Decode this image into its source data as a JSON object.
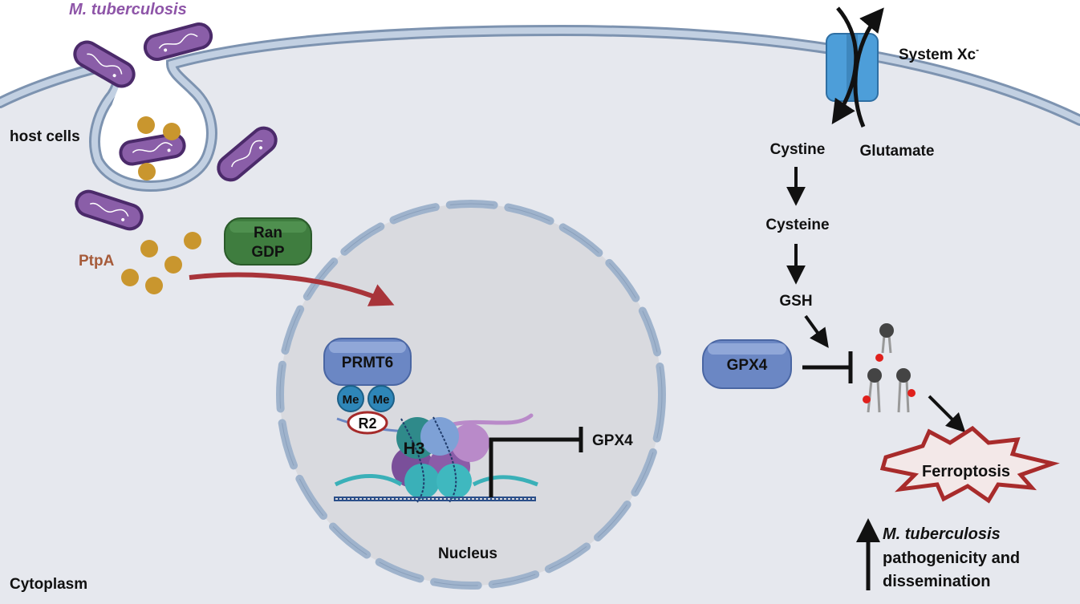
{
  "labels": {
    "m_tuberculosis_top": "M. tuberculosis",
    "host_cells": "host cells",
    "ptpa": "PtpA",
    "ran": "Ran",
    "gdp": "GDP",
    "prmt6": "PRMT6",
    "me": "Me",
    "r2": "R2",
    "h3": "H3",
    "gpx4_nucleus": "GPX4",
    "nucleus": "Nucleus",
    "cytoplasm": "Cytoplasm",
    "system_xc": "System Xc",
    "system_xc_sup": "-",
    "cystine": "Cystine",
    "glutamate": "Glutamate",
    "cysteine": "Cysteine",
    "gsh": "GSH",
    "gpx4_cyto": "GPX4",
    "ferroptosis": "Ferroptosis",
    "m_tuberculosis_bottom": "M. tuberculosis",
    "pathogenicity_line1": "pathogenicity and",
    "pathogenicity_line2": "dissemination"
  },
  "colors": {
    "cell_fill": "#e6e8ee",
    "membrane": "#9fb3cc",
    "membrane_edge": "#7d93b0",
    "nucleus_fill": "#d9dadf",
    "bacterium_fill": "#8a5ea8",
    "bacterium_edge": "#4b2a6a",
    "ptpa_dot": "#c9962e",
    "ptpa_text": "#a65b3a",
    "mtb_text": "#8e55a8",
    "ran_green": "#3f7d3f",
    "prmt6_blue": "#6b87c4",
    "me_blue": "#2e86b8",
    "r2_red": "#a52a2a",
    "arrow_red": "#a8343a",
    "transporter_blue": "#4d9ed9",
    "ferroptosis_red": "#a82b2b",
    "lipid_dot": "#e0201c"
  }
}
